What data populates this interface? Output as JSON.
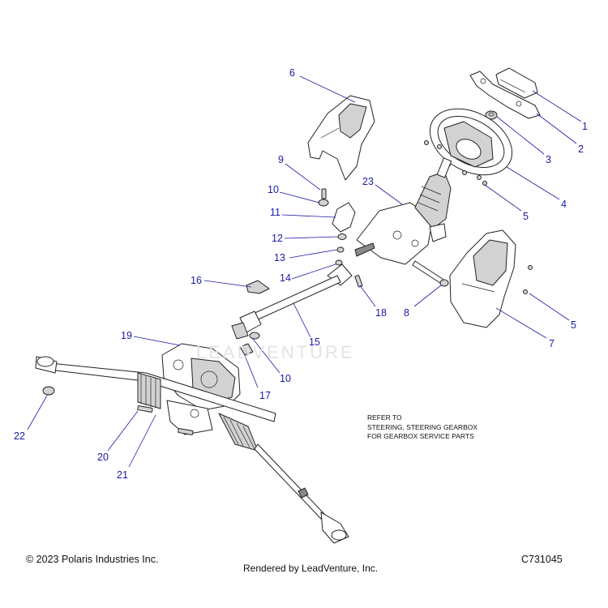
{
  "callouts": [
    {
      "id": "c1",
      "label": "1"
    },
    {
      "id": "c2",
      "label": "2"
    },
    {
      "id": "c3",
      "label": "3"
    },
    {
      "id": "c4",
      "label": "4"
    },
    {
      "id": "c5a",
      "label": "5"
    },
    {
      "id": "c5b",
      "label": "5"
    },
    {
      "id": "c6",
      "label": "6"
    },
    {
      "id": "c7",
      "label": "7"
    },
    {
      "id": "c8",
      "label": "8"
    },
    {
      "id": "c9",
      "label": "9"
    },
    {
      "id": "c10a",
      "label": "10"
    },
    {
      "id": "c10b",
      "label": "10"
    },
    {
      "id": "c11",
      "label": "11"
    },
    {
      "id": "c12",
      "label": "12"
    },
    {
      "id": "c13",
      "label": "13"
    },
    {
      "id": "c14",
      "label": "14"
    },
    {
      "id": "c15",
      "label": "15"
    },
    {
      "id": "c16",
      "label": "16"
    },
    {
      "id": "c17",
      "label": "17"
    },
    {
      "id": "c18",
      "label": "18"
    },
    {
      "id": "c19",
      "label": "19"
    },
    {
      "id": "c20",
      "label": "20"
    },
    {
      "id": "c21",
      "label": "21"
    },
    {
      "id": "c22",
      "label": "22"
    },
    {
      "id": "c23",
      "label": "23"
    }
  ],
  "note": "REFER TO\nSTEERING, STEERING GEARBOX\nFOR GEARBOX SERVICE PARTS",
  "watermark": "LEADVENTURE",
  "footer": {
    "copyright": "© 2023 Polaris Industries Inc.",
    "rendered_by": "Rendered by LeadVenture, Inc.",
    "diagram_code": "C731045"
  },
  "colors": {
    "callout": "#1a1aa6",
    "line": "#222222",
    "watermark": "#e4e4e4"
  }
}
